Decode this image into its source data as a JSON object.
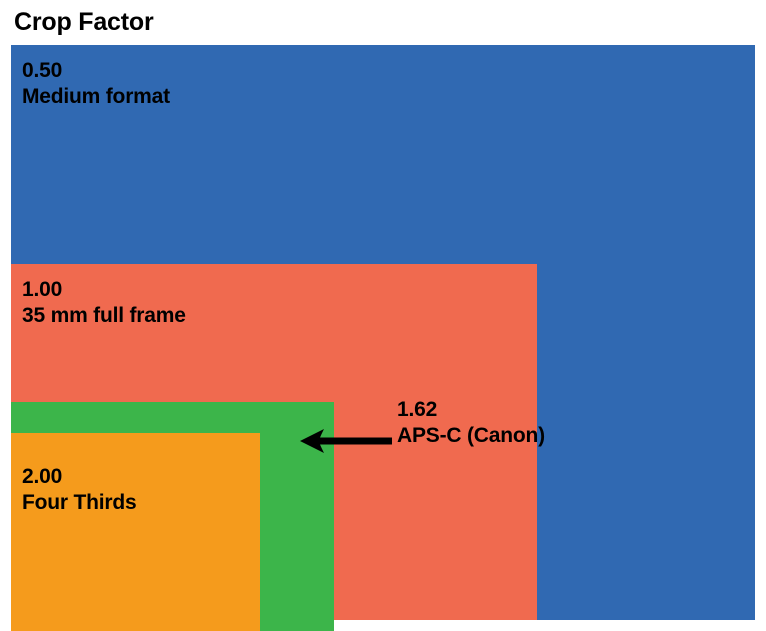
{
  "title": "Crop Factor",
  "chart_data": {
    "type": "diagram",
    "title": "Crop Factor",
    "description": "Nested rectangles comparing camera sensor sizes by crop factor",
    "categories": [
      "Medium format",
      "35 mm full frame",
      "APS-C (Canon)",
      "Four Thirds"
    ],
    "values": [
      0.5,
      1.0,
      1.62,
      2.0
    ],
    "series": [
      {
        "name": "Medium format",
        "crop_factor": "0.50",
        "color": "#3069b2",
        "label_inside": true
      },
      {
        "name": "35 mm full frame",
        "crop_factor": "1.00",
        "color": "#f06a4f",
        "label_inside": true
      },
      {
        "name": "APS-C (Canon)",
        "crop_factor": "1.62",
        "color": "#3cb54a",
        "label_inside": false,
        "annotation": "arrow pointing left into green rectangle"
      },
      {
        "name": "Four Thirds",
        "crop_factor": "2.00",
        "color": "#f59b1c",
        "label_inside": true
      }
    ],
    "legend": "none",
    "grid": false
  },
  "rectangles": {
    "medium_format": {
      "factor": "0.50",
      "name": "Medium format",
      "color": "#3069b2"
    },
    "full_frame": {
      "factor": "1.00",
      "name": "35 mm full frame",
      "color": "#f06a4f"
    },
    "aps_c": {
      "factor": "1.62",
      "name": "APS-C (Canon)",
      "color": "#3cb54a"
    },
    "four_thirds": {
      "factor": "2.00",
      "name": "Four Thirds",
      "color": "#f59b1c"
    }
  },
  "colors": {
    "background": "#ffffff",
    "text": "#000000",
    "arrow": "#000000"
  }
}
